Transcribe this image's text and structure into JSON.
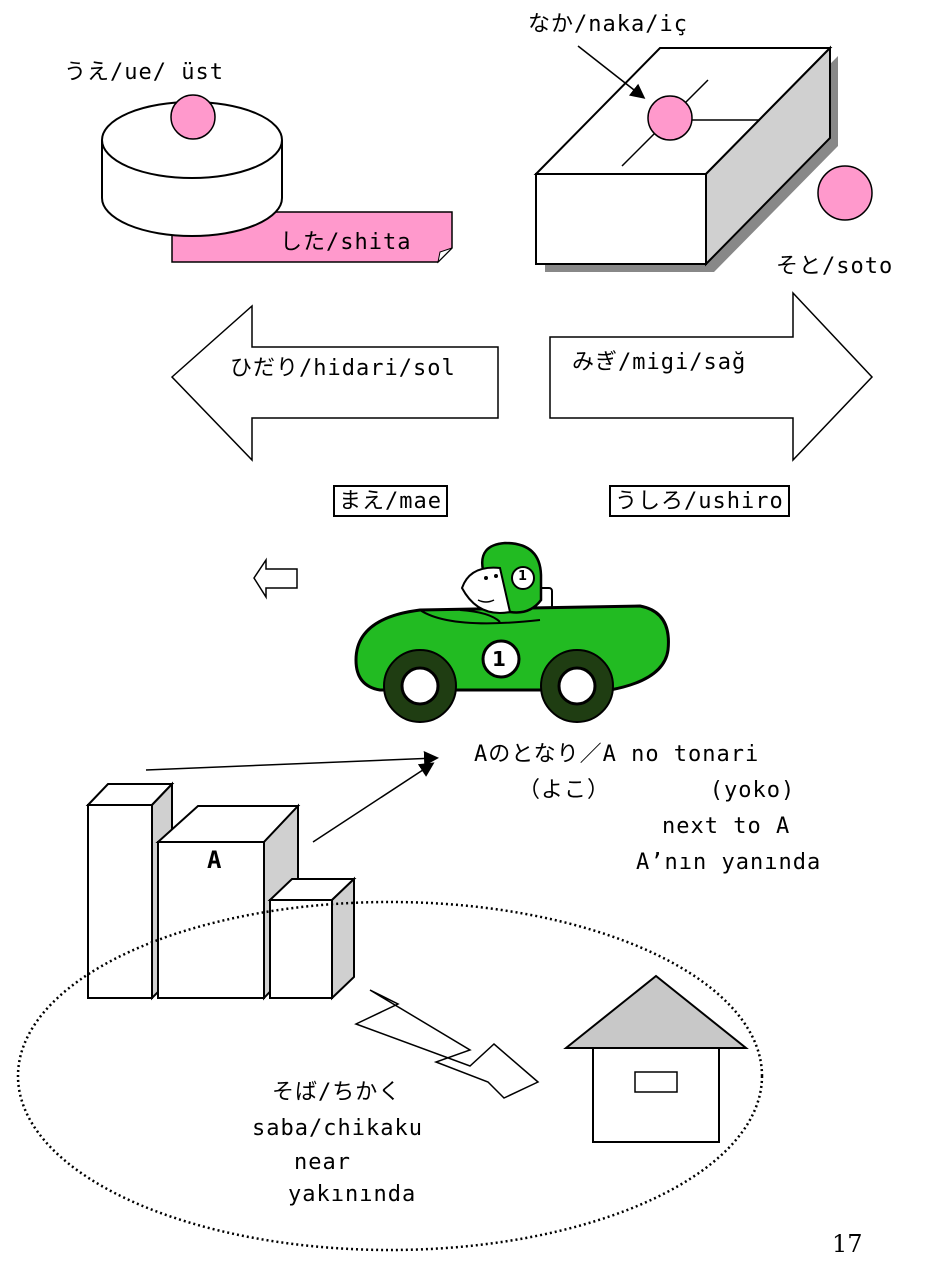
{
  "colors": {
    "accent_pink": "#ff99cc",
    "car_green": "#22bb22",
    "wheel_dark": "#1f3d12",
    "shadow_gray": "#888888",
    "side_gray": "#d0d0d0"
  },
  "icons": [
    "cake-icon",
    "pink-ball-icon",
    "box-icon",
    "arrow-left-icon",
    "arrow-right-icon",
    "race-car-icon",
    "buildings-icon",
    "house-icon"
  ],
  "labels": {
    "ue": "うえ/ue/ üst",
    "shita": "した/shita",
    "naka": "なか/naka/iç",
    "soto": "そと/soto",
    "hidari": "ひだり/hidari/sol",
    "migi": "みぎ/migi/sağ",
    "mae": "まえ/mae",
    "ushiro": "うしろ/ushiro",
    "tonari_line1": "Aのとなり／A no tonari",
    "tonari_line2": "（よこ）       (yoko)",
    "tonari_line3": "next to A",
    "tonari_line4": "A’nın yanında",
    "building_label": "A",
    "car_number": "1",
    "helmet_number": "1",
    "soba_line1": "そば/ちかく",
    "soba_line2": "saba/chikaku",
    "soba_line3": "near",
    "soba_line4": "yakınında"
  },
  "page_number": "17"
}
